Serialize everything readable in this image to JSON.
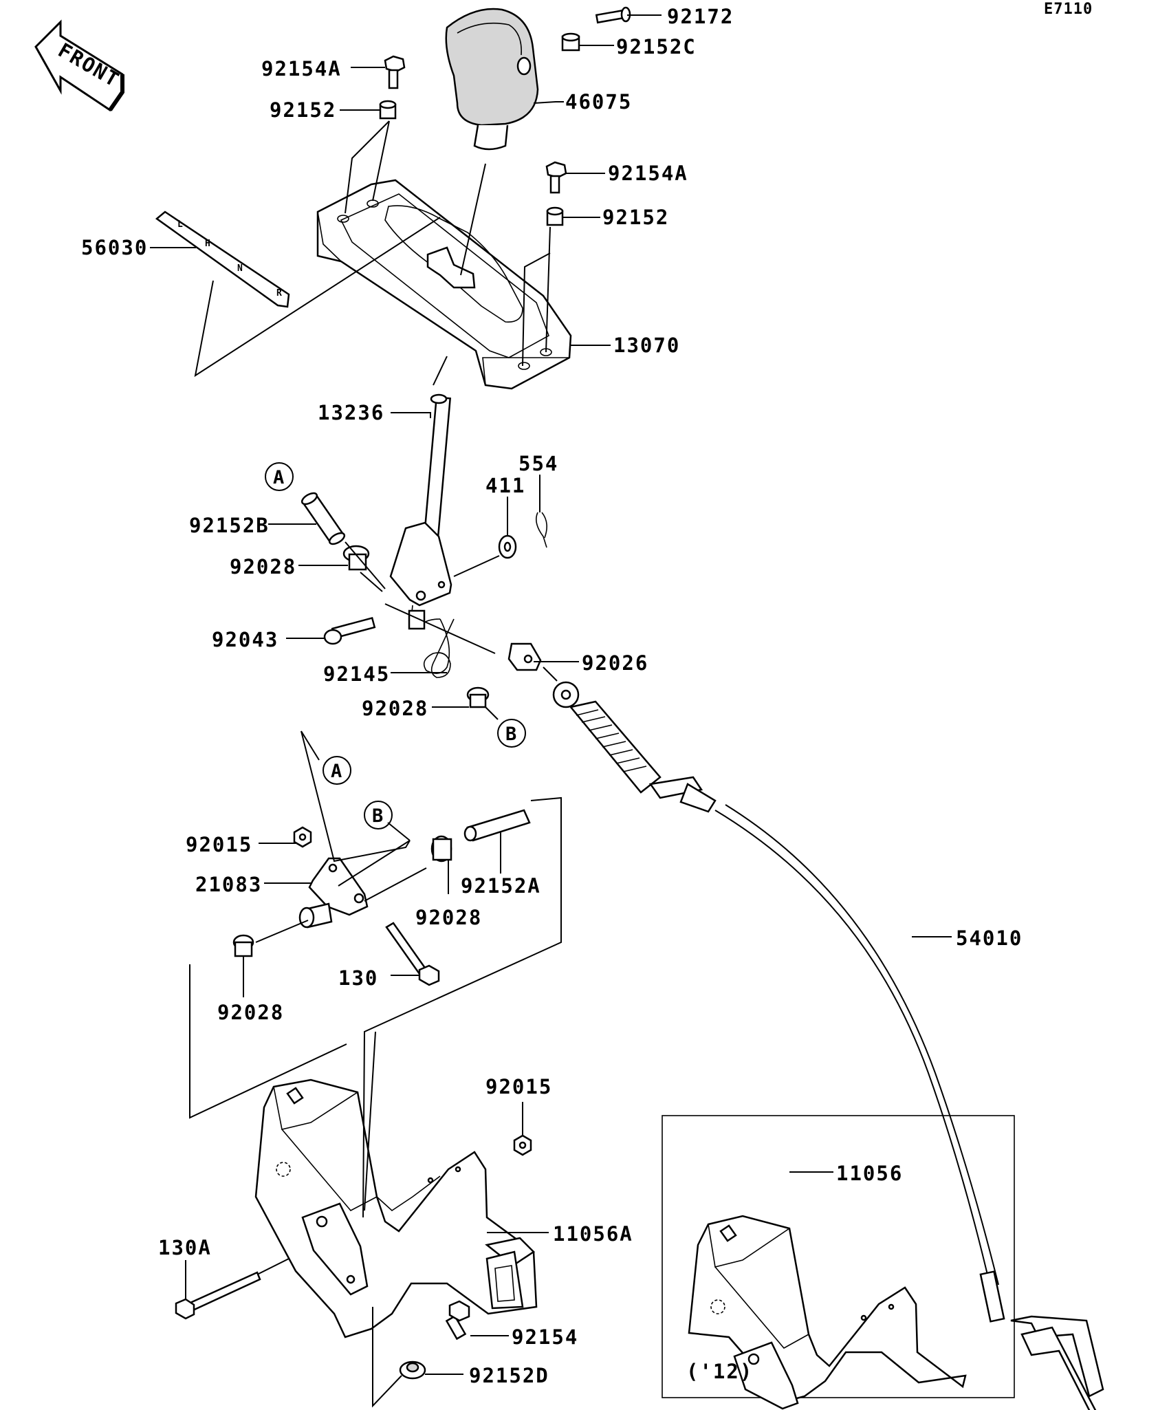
{
  "diagram_code": "E7110",
  "front_arrow_label": "FRONT",
  "gate_marks": [
    "L",
    "H",
    "N",
    "R"
  ],
  "variant_label": "('12)",
  "reference_markers": [
    "A",
    "B"
  ],
  "parts": {
    "knob_screw": "92172",
    "knob_collar": "92152C",
    "knob": "46075",
    "bolt_left": "92154A",
    "collar_left": "92152",
    "bolt_right": "92154A",
    "collar_right": "92152",
    "indicator_plate": "56030",
    "guide_cover": "13070",
    "shift_lever": "13236",
    "collar_b": "92152B",
    "bushing_upper": "92028",
    "washer": "411",
    "cotter_pin": "554",
    "pin": "92043",
    "spring": "92145",
    "joint": "92026",
    "bushing_lower": "92028",
    "nut_upper": "92015",
    "lever_arm": "21083",
    "collar_a": "92152A",
    "bushing_mid": "92028",
    "bolt_130": "130",
    "bushing_bottom": "92028",
    "cable": "54010",
    "nut_bracket": "92015",
    "bracket": "11056A",
    "bolt_130a": "130A",
    "bolt_bottom": "92154",
    "collar_d": "92152D",
    "bracket_variant": "11056"
  }
}
